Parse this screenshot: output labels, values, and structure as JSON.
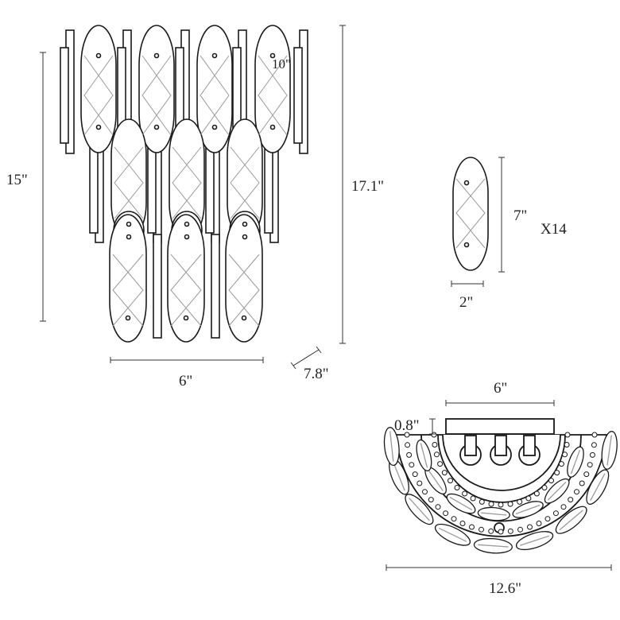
{
  "dimensions": {
    "height_overall": "15\"",
    "height_total": "17.1\"",
    "width_front": "6\"",
    "depth": "7.8\"",
    "top_tier_width": "10\"",
    "crystal_height": "7\"",
    "crystal_width": "2\"",
    "crystal_quantity": "X14",
    "plate_width": "6\"",
    "plate_depth": "0.8\"",
    "span_width": "12.6\""
  },
  "colors": {
    "line": "#1a1a1a",
    "crystal_pattern": "#9a9a9a",
    "dimension_line": "#333333"
  }
}
